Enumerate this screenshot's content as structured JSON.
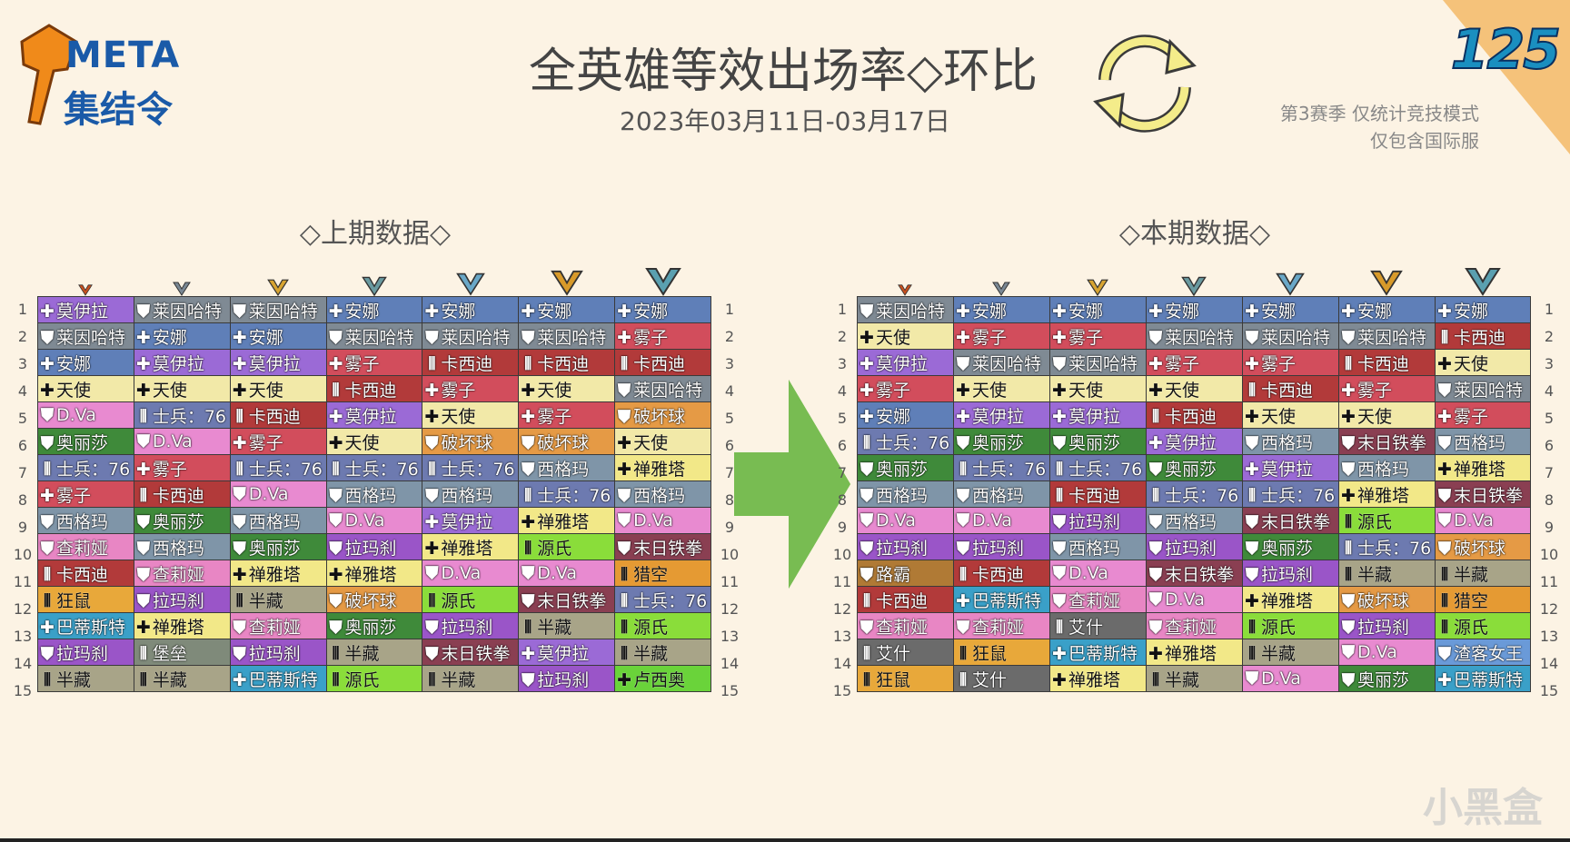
{
  "header": {
    "logo_line1": "META",
    "logo_line2": "集结令",
    "title": "全英雄等效出场率◇环比",
    "date_range": "2023年03月11日-03月17日",
    "issue_number": "125",
    "note_line1": "第3赛季 仅统计竞技模式",
    "note_line2": "仅包含国际服"
  },
  "sections": {
    "previous_title": "◇上期数据◇",
    "current_title": "◇本期数据◇"
  },
  "rank_colors": [
    "#c8501e",
    "#7a8894",
    "#d7a431",
    "#6a9aa0",
    "#6aa8c8",
    "#d89a2a",
    "#5aa0b0"
  ],
  "role_colors": {
    "tank": "#222222",
    "support": "#ffffff",
    "damage": "#ffffff"
  },
  "hero_colors": {
    "莫伊拉": "#9b6ad6",
    "莱因哈特": "#7f8a94",
    "安娜": "#5f7fb8",
    "天使": "#f2e9a8",
    "D.Va": "#e88ad0",
    "奥丽莎": "#3f8a3a",
    "士兵：76": "#6d7ab0",
    "雾子": "#d24d5c",
    "西格玛": "#7f95a8",
    "查莉娅": "#e886c4",
    "卡西迪": "#b23a3a",
    "狂鼠": "#e8a83a",
    "拉玛刹": "#9a55c8",
    "巴蒂斯特": "#3aa0c8",
    "半藏": "#a8a488",
    "堡垒": "#7f8a7a",
    "破坏球": "#e59a45",
    "禅雅塔": "#f2e888",
    "源氏": "#8add3a",
    "末日铁拳": "#8a3f52",
    "猎空": "#e59a33",
    "卢西奥": "#6ad33a",
    "路霸": "#b07a35",
    "艾什": "#6b6b6b",
    "渣客女王": "#6a9ad8"
  },
  "previous": [
    [
      [
        "support",
        "莫伊拉"
      ],
      [
        "tank",
        "莱因哈特"
      ],
      [
        "tank",
        "莱因哈特"
      ],
      [
        "support",
        "安娜"
      ],
      [
        "support",
        "安娜"
      ],
      [
        "support",
        "安娜"
      ],
      [
        "support",
        "安娜"
      ]
    ],
    [
      [
        "tank",
        "莱因哈特"
      ],
      [
        "support",
        "安娜"
      ],
      [
        "support",
        "安娜"
      ],
      [
        "tank",
        "莱因哈特"
      ],
      [
        "tank",
        "莱因哈特"
      ],
      [
        "tank",
        "莱因哈特"
      ],
      [
        "support",
        "雾子"
      ]
    ],
    [
      [
        "support",
        "安娜"
      ],
      [
        "support",
        "莫伊拉"
      ],
      [
        "support",
        "莫伊拉"
      ],
      [
        "support",
        "雾子"
      ],
      [
        "damage",
        "卡西迪"
      ],
      [
        "damage",
        "卡西迪"
      ],
      [
        "damage",
        "卡西迪"
      ]
    ],
    [
      [
        "support",
        "天使"
      ],
      [
        "support",
        "天使"
      ],
      [
        "support",
        "天使"
      ],
      [
        "damage",
        "卡西迪"
      ],
      [
        "support",
        "雾子"
      ],
      [
        "support",
        "天使"
      ],
      [
        "tank",
        "莱因哈特"
      ]
    ],
    [
      [
        "tank",
        "D.Va"
      ],
      [
        "damage",
        "士兵：76"
      ],
      [
        "damage",
        "卡西迪"
      ],
      [
        "support",
        "莫伊拉"
      ],
      [
        "support",
        "天使"
      ],
      [
        "support",
        "雾子"
      ],
      [
        "tank",
        "破坏球"
      ]
    ],
    [
      [
        "tank",
        "奥丽莎"
      ],
      [
        "tank",
        "D.Va"
      ],
      [
        "support",
        "雾子"
      ],
      [
        "support",
        "天使"
      ],
      [
        "tank",
        "破坏球"
      ],
      [
        "tank",
        "破坏球"
      ],
      [
        "support",
        "天使"
      ]
    ],
    [
      [
        "damage",
        "士兵：76"
      ],
      [
        "support",
        "雾子"
      ],
      [
        "damage",
        "士兵：76"
      ],
      [
        "damage",
        "士兵：76"
      ],
      [
        "damage",
        "士兵：76"
      ],
      [
        "tank",
        "西格玛"
      ],
      [
        "support",
        "禅雅塔"
      ]
    ],
    [
      [
        "support",
        "雾子"
      ],
      [
        "damage",
        "卡西迪"
      ],
      [
        "tank",
        "D.Va"
      ],
      [
        "tank",
        "西格玛"
      ],
      [
        "tank",
        "西格玛"
      ],
      [
        "damage",
        "士兵：76"
      ],
      [
        "tank",
        "西格玛"
      ]
    ],
    [
      [
        "tank",
        "西格玛"
      ],
      [
        "tank",
        "奥丽莎"
      ],
      [
        "tank",
        "西格玛"
      ],
      [
        "tank",
        "D.Va"
      ],
      [
        "support",
        "莫伊拉"
      ],
      [
        "support",
        "禅雅塔"
      ],
      [
        "tank",
        "D.Va"
      ]
    ],
    [
      [
        "tank",
        "查莉娅"
      ],
      [
        "tank",
        "西格玛"
      ],
      [
        "tank",
        "奥丽莎"
      ],
      [
        "tank",
        "拉玛刹"
      ],
      [
        "support",
        "禅雅塔"
      ],
      [
        "damage",
        "源氏"
      ],
      [
        "tank",
        "末日铁拳"
      ]
    ],
    [
      [
        "damage",
        "卡西迪"
      ],
      [
        "tank",
        "查莉娅"
      ],
      [
        "support",
        "禅雅塔"
      ],
      [
        "support",
        "禅雅塔"
      ],
      [
        "tank",
        "D.Va"
      ],
      [
        "tank",
        "D.Va"
      ],
      [
        "damage",
        "猎空"
      ]
    ],
    [
      [
        "damage",
        "狂鼠"
      ],
      [
        "tank",
        "拉玛刹"
      ],
      [
        "damage",
        "半藏"
      ],
      [
        "tank",
        "破坏球"
      ],
      [
        "damage",
        "源氏"
      ],
      [
        "tank",
        "末日铁拳"
      ],
      [
        "damage",
        "士兵：76"
      ]
    ],
    [
      [
        "support",
        "巴蒂斯特"
      ],
      [
        "support",
        "禅雅塔"
      ],
      [
        "tank",
        "查莉娅"
      ],
      [
        "tank",
        "奥丽莎"
      ],
      [
        "tank",
        "拉玛刹"
      ],
      [
        "damage",
        "半藏"
      ],
      [
        "damage",
        "源氏"
      ]
    ],
    [
      [
        "tank",
        "拉玛刹"
      ],
      [
        "damage",
        "堡垒"
      ],
      [
        "tank",
        "拉玛刹"
      ],
      [
        "damage",
        "半藏"
      ],
      [
        "tank",
        "末日铁拳"
      ],
      [
        "support",
        "莫伊拉"
      ],
      [
        "damage",
        "半藏"
      ]
    ],
    [
      [
        "damage",
        "半藏"
      ],
      [
        "damage",
        "半藏"
      ],
      [
        "support",
        "巴蒂斯特"
      ],
      [
        "damage",
        "源氏"
      ],
      [
        "damage",
        "半藏"
      ],
      [
        "tank",
        "拉玛刹"
      ],
      [
        "support",
        "卢西奥"
      ]
    ]
  ],
  "current": [
    [
      [
        "tank",
        "莱因哈特"
      ],
      [
        "support",
        "安娜"
      ],
      [
        "support",
        "安娜"
      ],
      [
        "support",
        "安娜"
      ],
      [
        "support",
        "安娜"
      ],
      [
        "support",
        "安娜"
      ],
      [
        "support",
        "安娜"
      ]
    ],
    [
      [
        "support",
        "天使"
      ],
      [
        "support",
        "雾子"
      ],
      [
        "support",
        "雾子"
      ],
      [
        "tank",
        "莱因哈特"
      ],
      [
        "tank",
        "莱因哈特"
      ],
      [
        "tank",
        "莱因哈特"
      ],
      [
        "damage",
        "卡西迪"
      ]
    ],
    [
      [
        "support",
        "莫伊拉"
      ],
      [
        "tank",
        "莱因哈特"
      ],
      [
        "tank",
        "莱因哈特"
      ],
      [
        "support",
        "雾子"
      ],
      [
        "support",
        "雾子"
      ],
      [
        "damage",
        "卡西迪"
      ],
      [
        "support",
        "天使"
      ]
    ],
    [
      [
        "support",
        "雾子"
      ],
      [
        "support",
        "天使"
      ],
      [
        "support",
        "天使"
      ],
      [
        "support",
        "天使"
      ],
      [
        "damage",
        "卡西迪"
      ],
      [
        "support",
        "雾子"
      ],
      [
        "tank",
        "莱因哈特"
      ]
    ],
    [
      [
        "support",
        "安娜"
      ],
      [
        "support",
        "莫伊拉"
      ],
      [
        "support",
        "莫伊拉"
      ],
      [
        "damage",
        "卡西迪"
      ],
      [
        "support",
        "天使"
      ],
      [
        "support",
        "天使"
      ],
      [
        "support",
        "雾子"
      ]
    ],
    [
      [
        "damage",
        "士兵：76"
      ],
      [
        "tank",
        "奥丽莎"
      ],
      [
        "tank",
        "奥丽莎"
      ],
      [
        "support",
        "莫伊拉"
      ],
      [
        "tank",
        "西格玛"
      ],
      [
        "tank",
        "末日铁拳"
      ],
      [
        "tank",
        "西格玛"
      ]
    ],
    [
      [
        "tank",
        "奥丽莎"
      ],
      [
        "damage",
        "士兵：76"
      ],
      [
        "damage",
        "士兵：76"
      ],
      [
        "tank",
        "奥丽莎"
      ],
      [
        "support",
        "莫伊拉"
      ],
      [
        "tank",
        "西格玛"
      ],
      [
        "support",
        "禅雅塔"
      ]
    ],
    [
      [
        "tank",
        "西格玛"
      ],
      [
        "tank",
        "西格玛"
      ],
      [
        "damage",
        "卡西迪"
      ],
      [
        "damage",
        "士兵：76"
      ],
      [
        "damage",
        "士兵：76"
      ],
      [
        "support",
        "禅雅塔"
      ],
      [
        "tank",
        "末日铁拳"
      ]
    ],
    [
      [
        "tank",
        "D.Va"
      ],
      [
        "tank",
        "D.Va"
      ],
      [
        "tank",
        "拉玛刹"
      ],
      [
        "tank",
        "西格玛"
      ],
      [
        "tank",
        "末日铁拳"
      ],
      [
        "damage",
        "源氏"
      ],
      [
        "tank",
        "D.Va"
      ]
    ],
    [
      [
        "tank",
        "拉玛刹"
      ],
      [
        "tank",
        "拉玛刹"
      ],
      [
        "tank",
        "西格玛"
      ],
      [
        "tank",
        "拉玛刹"
      ],
      [
        "tank",
        "奥丽莎"
      ],
      [
        "damage",
        "士兵：76"
      ],
      [
        "tank",
        "破坏球"
      ]
    ],
    [
      [
        "tank",
        "路霸"
      ],
      [
        "damage",
        "卡西迪"
      ],
      [
        "tank",
        "D.Va"
      ],
      [
        "tank",
        "末日铁拳"
      ],
      [
        "tank",
        "拉玛刹"
      ],
      [
        "damage",
        "半藏"
      ],
      [
        "damage",
        "半藏"
      ]
    ],
    [
      [
        "damage",
        "卡西迪"
      ],
      [
        "support",
        "巴蒂斯特"
      ],
      [
        "tank",
        "查莉娅"
      ],
      [
        "tank",
        "D.Va"
      ],
      [
        "support",
        "禅雅塔"
      ],
      [
        "tank",
        "破坏球"
      ],
      [
        "damage",
        "猎空"
      ]
    ],
    [
      [
        "tank",
        "查莉娅"
      ],
      [
        "tank",
        "查莉娅"
      ],
      [
        "damage",
        "艾什"
      ],
      [
        "tank",
        "查莉娅"
      ],
      [
        "damage",
        "源氏"
      ],
      [
        "tank",
        "拉玛刹"
      ],
      [
        "damage",
        "源氏"
      ]
    ],
    [
      [
        "damage",
        "艾什"
      ],
      [
        "damage",
        "狂鼠"
      ],
      [
        "support",
        "巴蒂斯特"
      ],
      [
        "support",
        "禅雅塔"
      ],
      [
        "damage",
        "半藏"
      ],
      [
        "tank",
        "D.Va"
      ],
      [
        "tank",
        "渣客女王"
      ]
    ],
    [
      [
        "damage",
        "狂鼠"
      ],
      [
        "damage",
        "艾什"
      ],
      [
        "support",
        "禅雅塔"
      ],
      [
        "damage",
        "半藏"
      ],
      [
        "tank",
        "D.Va"
      ],
      [
        "tank",
        "奥丽莎"
      ],
      [
        "support",
        "巴蒂斯特"
      ]
    ]
  ],
  "row_numbers": [
    "1",
    "2",
    "3",
    "4",
    "5",
    "6",
    "7",
    "8",
    "9",
    "10",
    "11",
    "12",
    "13",
    "14",
    "15"
  ],
  "watermark": "小黑盒"
}
